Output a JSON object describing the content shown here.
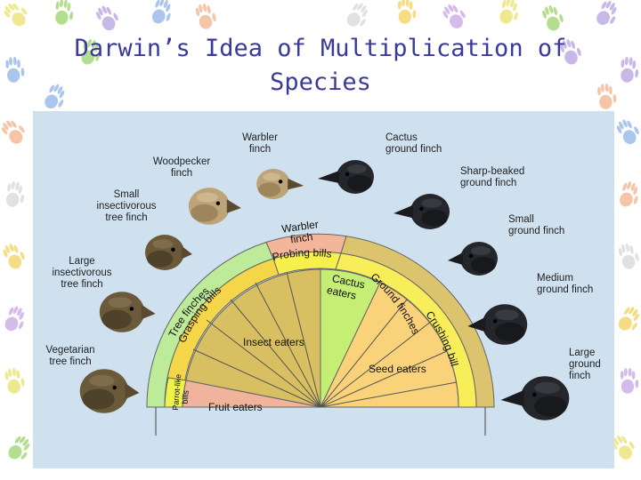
{
  "slide": {
    "title_line1": "Darwin’s Idea of Multiplication of",
    "title_line2": "Species"
  },
  "colors": {
    "background": "#ffffff",
    "title": "#3a3a9a",
    "figure_bg": "#cfe0ef",
    "tree_finches": "#bdeb9a",
    "warbler": "#f4b69a",
    "ground_finches": "#dcc46e",
    "probing_bills": "#f8f04a",
    "grasping_bills": "#f5d64a",
    "crushing_bills": "#f8ee5a",
    "insect_eaters": "#d8bf62",
    "cactus_eaters": "#c4ee74",
    "seed_eaters": "#f9d27a",
    "fruit_eaters": "#f0b49c",
    "parrot_bills": "#eef24c"
  },
  "diagram": {
    "rings": {
      "outer_left": "Tree finches",
      "outer_top": [
        "Warbler",
        "finch"
      ],
      "outer_right": "Ground finches",
      "middle_top": "Probing bills",
      "middle_left": "Grasping bills",
      "middle_right": "Crushing bills",
      "middle_left_bottom": [
        "Parrot-like",
        "bills"
      ]
    },
    "sectors": {
      "insect_eaters": "Insect eaters",
      "cactus_eaters": [
        "Cactus",
        "eaters"
      ],
      "seed_eaters": "Seed eaters",
      "fruit_eaters": "Fruit eaters"
    },
    "birds": [
      {
        "id": "vegetarian",
        "label": [
          "Vegetarian",
          "tree finch"
        ],
        "icon": "brown-finch-head"
      },
      {
        "id": "large-insectivorous",
        "label": [
          "Large",
          "insectivorous",
          "tree finch"
        ],
        "icon": "brown-finch-head"
      },
      {
        "id": "small-insectivorous",
        "label": [
          "Small",
          "insectivorous",
          "tree finch"
        ],
        "icon": "brown-finch-head"
      },
      {
        "id": "woodpecker",
        "label": [
          "Woodpecker",
          "finch"
        ],
        "icon": "tan-finch-head"
      },
      {
        "id": "warbler",
        "label": [
          "Warbler",
          "finch"
        ],
        "icon": "tan-finch-head"
      },
      {
        "id": "cactus-ground",
        "label": [
          "Cactus",
          "ground finch"
        ],
        "icon": "black-finch-head"
      },
      {
        "id": "sharp-beaked",
        "label": [
          "Sharp-beaked",
          "ground finch"
        ],
        "icon": "black-finch-head"
      },
      {
        "id": "small-ground",
        "label": [
          "Small",
          "ground finch"
        ],
        "icon": "black-finch-head"
      },
      {
        "id": "medium-ground",
        "label": [
          "Medium",
          "ground finch"
        ],
        "icon": "black-finch-head"
      },
      {
        "id": "large-ground",
        "label": [
          "Large",
          "ground",
          "finch"
        ],
        "icon": "black-finch-head"
      }
    ]
  }
}
